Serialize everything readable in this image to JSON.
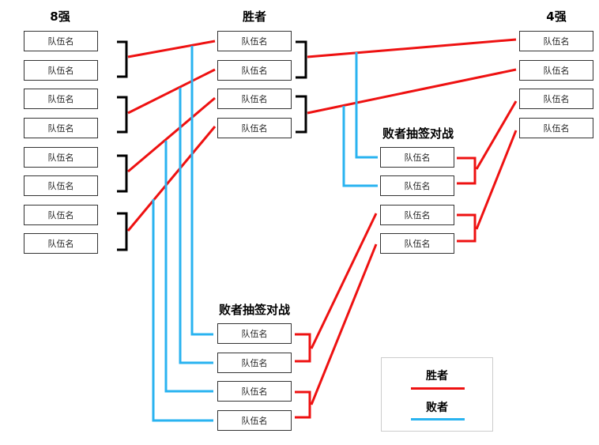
{
  "headers": {
    "top8": "8强",
    "winners": "胜者",
    "top4": "4强",
    "losers_upper": "败者抽签对战",
    "losers_lower": "败者抽签对战"
  },
  "team_placeholder": "队伍名",
  "legend": {
    "winner": "胜者",
    "loser": "败者"
  },
  "colors": {
    "winner_line": "#ee1111",
    "loser_line": "#29b3f0",
    "bracket": "#000000",
    "box_border": "#333333"
  }
}
